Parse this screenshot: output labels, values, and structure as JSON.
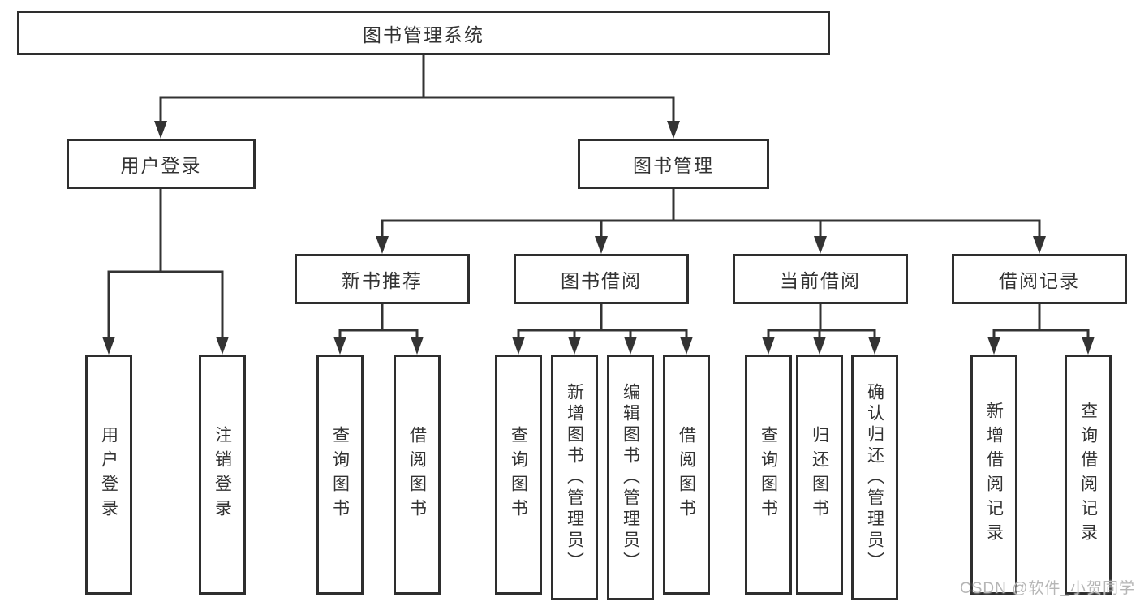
{
  "nodes": {
    "root": {
      "label": "图书管理系统"
    },
    "userLogin": {
      "label": "用户登录"
    },
    "bookMgmt": {
      "label": "图书管理"
    },
    "newBookRec": {
      "label": "新书推荐"
    },
    "bookBorrow": {
      "label": "图书借阅"
    },
    "currentBorrow": {
      "label": "当前借阅"
    },
    "borrowRecord": {
      "label": "借阅记录"
    },
    "leafUserLogin": {
      "label": "用户登录"
    },
    "leafLogout": {
      "label": "注销登录"
    },
    "leafQueryBook1": {
      "label": "查询图书"
    },
    "leafBorrowBook1": {
      "label": "借阅图书"
    },
    "leafQueryBook2": {
      "label": "查询图书"
    },
    "leafAddBook": {
      "label": "新增图书（管理员）"
    },
    "leafEditBook": {
      "label": "编辑图书（管理员）"
    },
    "leafBorrowBook2": {
      "label": "借阅图书"
    },
    "leafQueryBook3": {
      "label": "查询图书"
    },
    "leafReturnBook": {
      "label": "归还图书"
    },
    "leafConfirmReturn": {
      "label": "确认归还（管理员）"
    },
    "leafAddRecord": {
      "label": "新增借阅记录"
    },
    "leafQueryRecord": {
      "label": "查询借阅记录"
    }
  },
  "edges": [
    {
      "from": "root",
      "to": [
        "userLogin",
        "bookMgmt"
      ]
    },
    {
      "from": "userLogin",
      "to": [
        "leafUserLogin",
        "leafLogout"
      ]
    },
    {
      "from": "bookMgmt",
      "to": [
        "newBookRec",
        "bookBorrow",
        "currentBorrow",
        "borrowRecord"
      ]
    },
    {
      "from": "newBookRec",
      "to": [
        "leafQueryBook1",
        "leafBorrowBook1"
      ]
    },
    {
      "from": "bookBorrow",
      "to": [
        "leafQueryBook2",
        "leafAddBook",
        "leafEditBook",
        "leafBorrowBook2"
      ]
    },
    {
      "from": "currentBorrow",
      "to": [
        "leafQueryBook3",
        "leafReturnBook",
        "leafConfirmReturn"
      ]
    },
    {
      "from": "borrowRecord",
      "to": [
        "leafAddRecord",
        "leafQueryRecord"
      ]
    }
  ],
  "watermark": {
    "text": "CSDN @软件_小贺同学"
  },
  "colors": {
    "line": "#333333",
    "box_border": "#2e2e2e",
    "text": "#333333",
    "watermark": "#b6b6b6",
    "background": "#ffffff"
  }
}
